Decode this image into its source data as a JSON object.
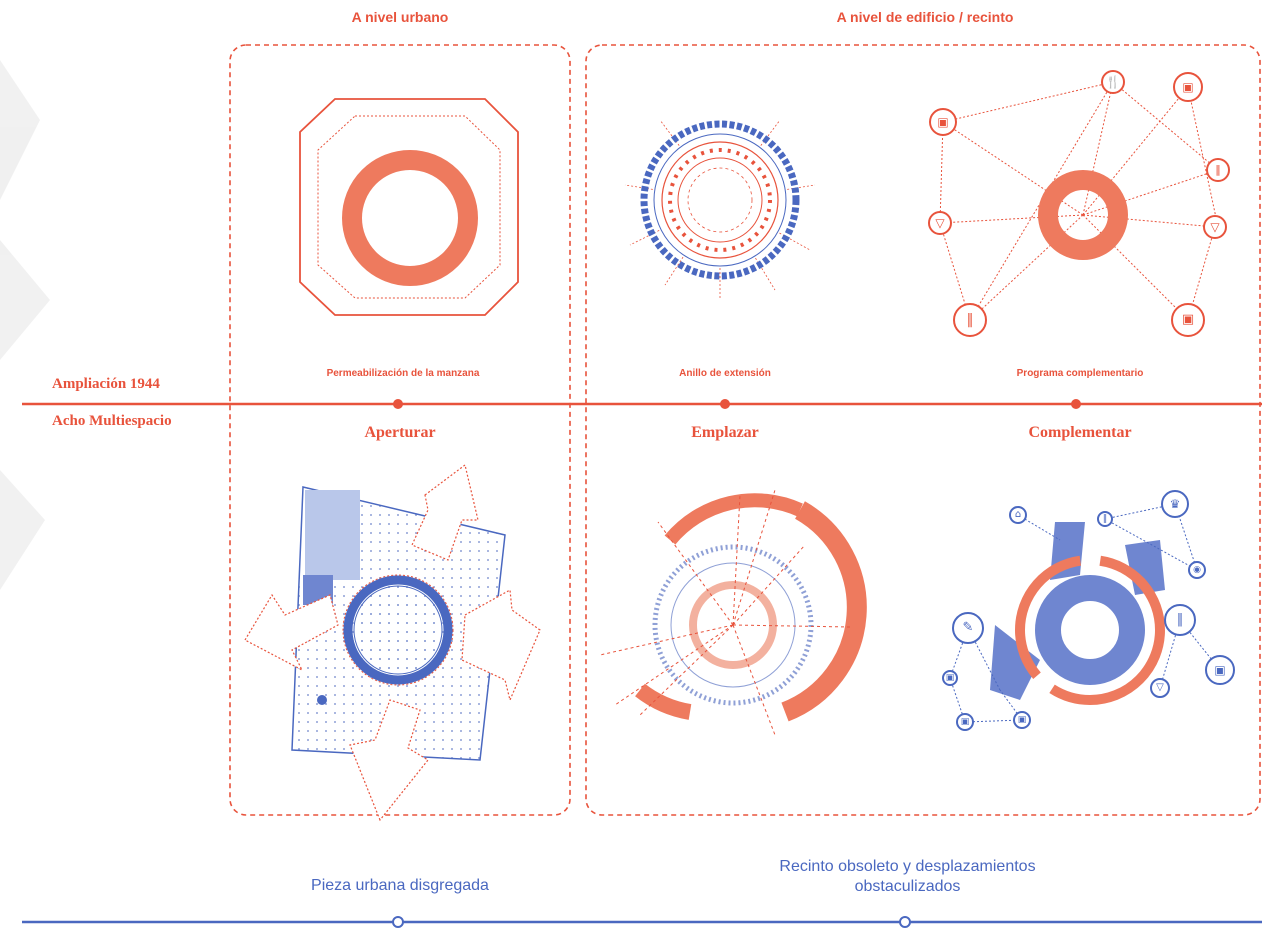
{
  "headers": {
    "urban": "A nivel urbano",
    "building": "A nivel de edificio / recinto"
  },
  "timeline": {
    "label_top": "Ampliación 1944",
    "label_bottom": "Acho Multiespacio"
  },
  "captions": [
    "Permeabilización de la manzana",
    "Anillo de extensión",
    "Programa complementario"
  ],
  "actions": [
    "Aperturar",
    "Emplazar",
    "Complementar"
  ],
  "bottom_labels": [
    "Pieza urbana disgregada",
    "Recinto obsoleto y desplazamientos obstaculizados"
  ],
  "colors": {
    "accent": "#e8533c",
    "accent_fill": "#ee7a5e",
    "blue": "#4a68c0",
    "blue_fill": "#6f86d0",
    "blue_light": "#b9c7ea"
  },
  "icons": [
    "cart-icon",
    "fork-knife-icon",
    "cocktail-icon",
    "pencil-icon",
    "home-icon",
    "camera-icon",
    "chef-icon"
  ]
}
